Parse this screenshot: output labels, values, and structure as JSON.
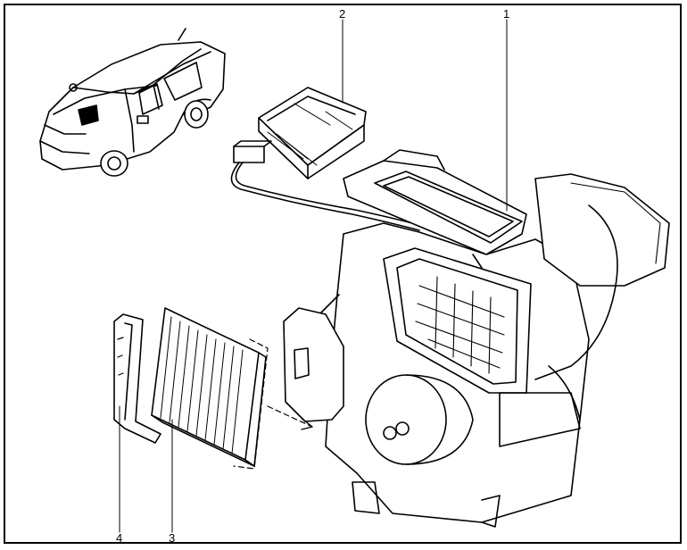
{
  "callouts": {
    "c1": "1",
    "c2": "2",
    "c3": "3",
    "c4": "4"
  },
  "colors": {
    "line": "#000000",
    "background": "#ffffff"
  },
  "icons": [
    "vehicle-location-icon"
  ]
}
